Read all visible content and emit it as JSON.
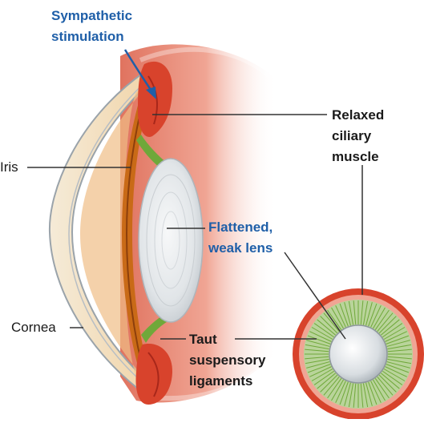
{
  "labels": {
    "sympathetic_line1": "Sympathetic",
    "sympathetic_line2": "stimulation",
    "relaxed_line1": "Relaxed",
    "relaxed_line2": "ciliary",
    "relaxed_line3": "muscle",
    "iris": "Iris",
    "flattened_line1": "Flattened,",
    "flattened_line2": "weak lens",
    "cornea": "Cornea",
    "taut_line1": "Taut",
    "taut_line2": "suspensory",
    "taut_line3": "ligaments"
  },
  "colors": {
    "highlight_label": "#1f5fa8",
    "sclera": "#e98f7c",
    "ciliary_muscle": "#d8432c",
    "iris_band": "#c96a17",
    "lens": "#dfe3e6",
    "ligament": "#6fa83a",
    "cornea": "#f3e0c0"
  }
}
